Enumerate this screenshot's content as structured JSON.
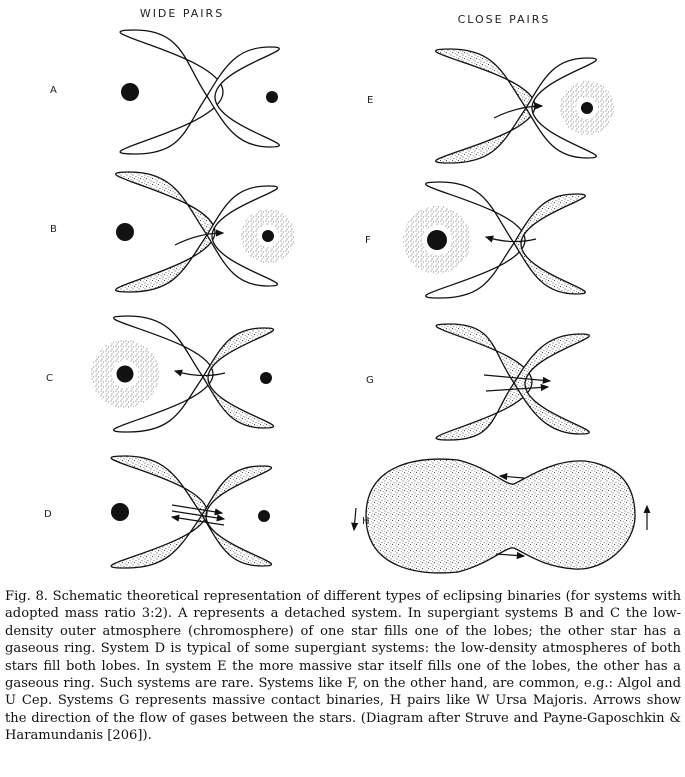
{
  "headings": {
    "wide": "WIDE PAIRS",
    "close": "CLOSE PAIRS"
  },
  "systems": [
    {
      "id": "A",
      "label": "A",
      "column": "wide",
      "fill": "none",
      "big_star": "plain",
      "small_star": "plain",
      "arrows": 0
    },
    {
      "id": "B",
      "label": "B",
      "column": "wide",
      "fill": "left-lobe",
      "big_star": "plain",
      "small_star": "ring",
      "arrows": 1
    },
    {
      "id": "C",
      "label": "C",
      "column": "wide",
      "fill": "right-lobe",
      "big_star": "ring",
      "small_star": "plain",
      "arrows": 1
    },
    {
      "id": "D",
      "label": "D",
      "column": "wide",
      "fill": "both-lobes",
      "big_star": "plain",
      "small_star": "plain",
      "arrows": 2
    },
    {
      "id": "E",
      "label": "E",
      "column": "close",
      "fill": "left-lobe",
      "big_star": "hidden",
      "small_star": "ring",
      "arrows": 1
    },
    {
      "id": "F",
      "label": "F",
      "column": "close",
      "fill": "right-lobe",
      "big_star": "ring",
      "small_star": "hidden",
      "arrows": 1
    },
    {
      "id": "G",
      "label": "G",
      "column": "close",
      "fill": "both-lobes",
      "big_star": "hidden",
      "small_star": "hidden",
      "arrows": 2
    },
    {
      "id": "H",
      "label": "H",
      "column": "close",
      "fill": "contact",
      "big_star": "hidden",
      "small_star": "hidden",
      "arrows": 4
    }
  ],
  "colors": {
    "ink": "#111111",
    "stipple": "#333333",
    "paper": "#ffffff"
  },
  "caption": {
    "fig_label": "Fig. 8.",
    "text": "Schematic theoretical representation of different types of eclipsing binaries (for systems with adopted mass ratio 3:2). A represents a detached system. In supergiant systems B and C the low-density outer atmosphere (chromosphere) of one star fills one of the lobes; the other star has a gaseous ring. System D is typical of some supergiant systems: the low-density atmospheres of both stars fill both lobes. In system E the more massive star itself fills one of the lobes, the other has a gaseous ring. Such systems are rare. Systems like F, on the other hand, are common, e.g.: Algol and U Cep. Systems G represents massive contact binaries, H pairs like W Ursa Majoris. Arrows show the direction of the flow of gases between the stars. (Diagram after Struve and Payne-Gaposchkin & Haramundanis [206])."
  }
}
